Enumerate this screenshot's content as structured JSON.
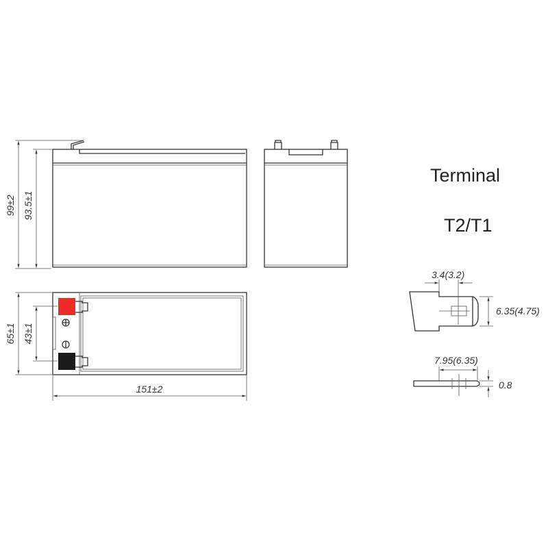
{
  "title": "Terminal",
  "terminal_type": "T2/T1",
  "dimensions": {
    "total_height": "99±2",
    "container_height": "93.5±1",
    "width": "65±1",
    "terminal_spacing": "43±1",
    "length": "151±2",
    "terminal_offset": "3.4(3.2)",
    "terminal_width": "6.35(4.75)",
    "terminal_length": "7.95(6.35)",
    "terminal_thickness": "0.8"
  },
  "colors": {
    "positive": "#ee2b24",
    "negative": "#1a1a1a"
  }
}
